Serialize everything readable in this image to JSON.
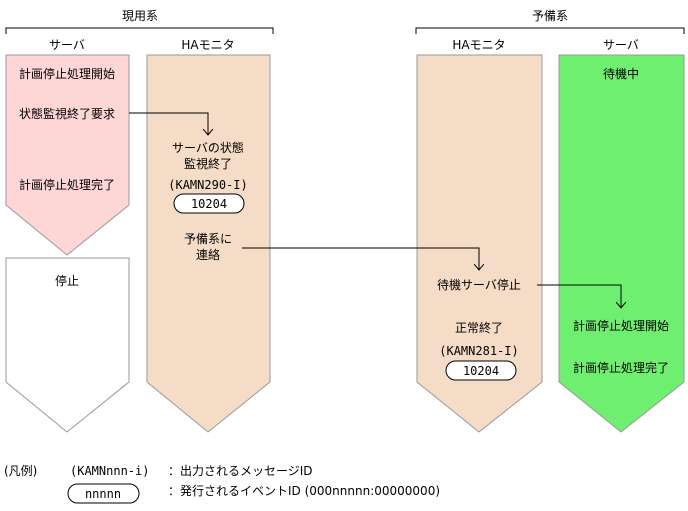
{
  "groups": {
    "active": {
      "label": "現用系"
    },
    "standby": {
      "label": "予備系"
    }
  },
  "columns": {
    "active_server": {
      "label": "サーバ"
    },
    "active_ha": {
      "label": "HAモニタ"
    },
    "standby_ha": {
      "label": "HAモニタ"
    },
    "standby_server": {
      "label": "サーバ"
    }
  },
  "active_server": {
    "step1": "計画停止処理開始",
    "step2": "状態監視終了要求",
    "step3": "計画停止処理完了",
    "stopped": "停止"
  },
  "active_ha": {
    "msg_line1": "サーバの状態",
    "msg_line2": "監視終了",
    "message_id": "(KAMN290-I)",
    "event_id": "10204",
    "notify_line1": "予備系に",
    "notify_line2": "連絡"
  },
  "standby_ha": {
    "step1": "待機サーバ停止",
    "step2": "正常終了",
    "message_id": "(KAMN281-I)",
    "event_id": "10204"
  },
  "standby_server": {
    "state": "待機中",
    "step1": "計画停止処理開始",
    "step2": "計画停止処理完了"
  },
  "legend": {
    "title": "(凡例)",
    "message_sample": "(KAMNnnn-i)",
    "message_desc": "：出力されるメッセージID",
    "event_sample": "nnnnn",
    "event_desc": "：発行されるイベントID (000nnnnn:00000000)"
  },
  "colors": {
    "server_active": "#ffd6d6",
    "ha_monitor": "#f5dcc6",
    "server_stopped": "#ffffff",
    "server_standby": "#6fef6f",
    "outline": "#999999"
  }
}
